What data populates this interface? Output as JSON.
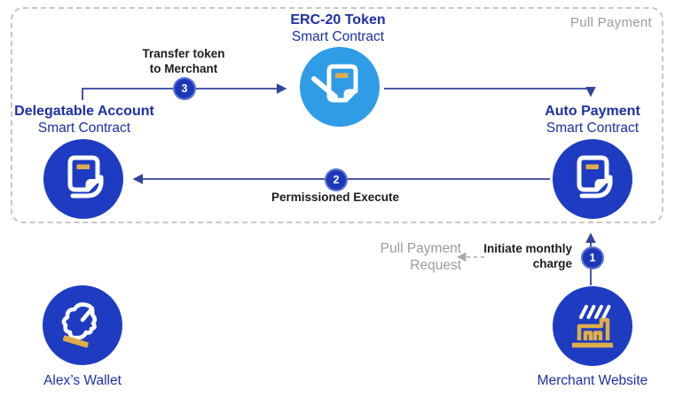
{
  "region": {
    "label": "Pull Payment"
  },
  "nodes": {
    "erc20": {
      "title": "ERC-20 Token",
      "subtitle": "Smart Contract"
    },
    "delegatable": {
      "title": "Delegatable Account",
      "subtitle": "Smart Contract"
    },
    "auto_payment": {
      "title": "Auto Payment",
      "subtitle": "Smart Contract"
    },
    "alex_wallet": {
      "label": "Alex’s Wallet"
    },
    "merchant": {
      "label": "Merchant Website"
    }
  },
  "steps": {
    "step1": {
      "number": "1",
      "line1": "Initiate monthly",
      "line2": "charge"
    },
    "step2": {
      "number": "2",
      "label": "Permissioned Execute"
    },
    "step3": {
      "number": "3",
      "line1": "Transfer token",
      "line2": "to Merchant"
    }
  },
  "annotations": {
    "pull_payment_request": {
      "line1": "Pull Payment",
      "line2": "Request"
    }
  },
  "colors": {
    "node_blue": "#1e3cc2",
    "token_blue": "#2f9ce8",
    "badge_blue": "#1c38b8",
    "label_blue": "#1c2fa6",
    "gold": "#dfae49",
    "arrow_blue": "#32439b",
    "text_dark": "#1c1c1c",
    "text_gray": "#9b9b9b",
    "border_gray": "#c6c6c6"
  }
}
